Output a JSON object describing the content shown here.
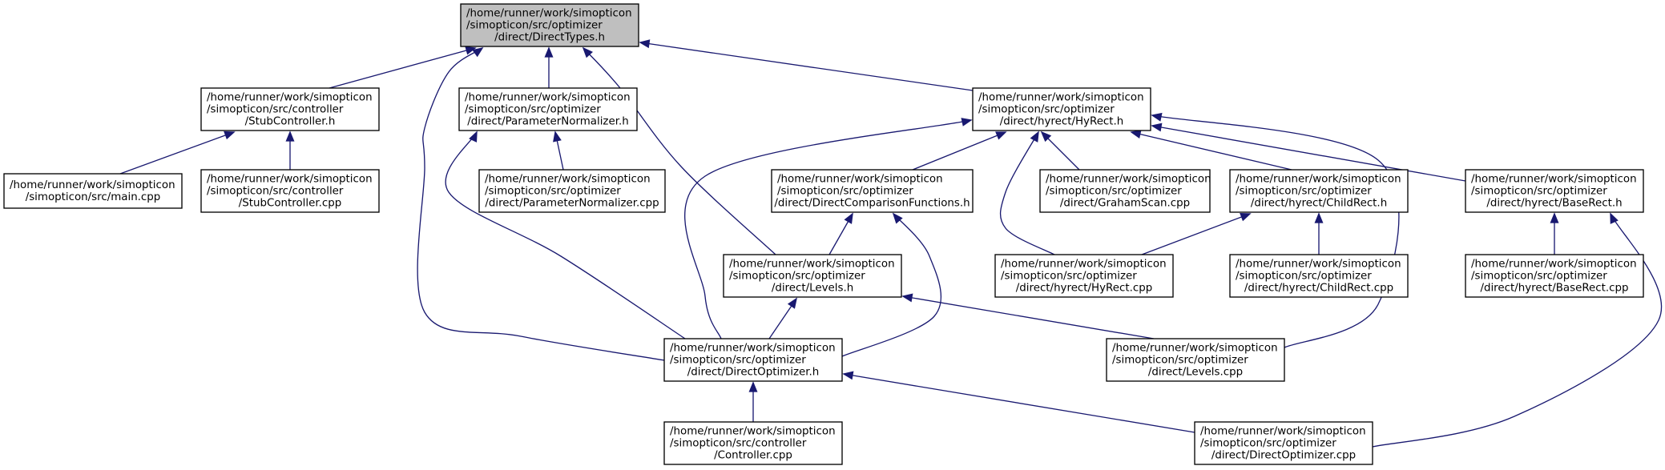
{
  "colors": {
    "edge": "#191970",
    "root_fill": "#bfbfbf",
    "node_fill": "#ffffff",
    "border": "#000000"
  },
  "nodes": [
    {
      "id": "types_h",
      "root": true,
      "lines": [
        "/home/runner/work/simopticon",
        "/simopticon/src/optimizer",
        "/direct/DirectTypes.h"
      ]
    },
    {
      "id": "stubcontroller_h",
      "lines": [
        "/home/runner/work/simopticon",
        "/simopticon/src/controller",
        "/StubController.h"
      ]
    },
    {
      "id": "paramnorm_h",
      "lines": [
        "/home/runner/work/simopticon",
        "/simopticon/src/optimizer",
        "/direct/ParameterNormalizer.h"
      ]
    },
    {
      "id": "hyrect_h",
      "lines": [
        "/home/runner/work/simopticon",
        "/simopticon/src/optimizer",
        "/direct/hyrect/HyRect.h"
      ]
    },
    {
      "id": "main_cpp",
      "lines": [
        "/home/runner/work/simopticon",
        "/simopticon/src/main.cpp"
      ]
    },
    {
      "id": "stubcontroller_cpp",
      "lines": [
        "/home/runner/work/simopticon",
        "/simopticon/src/controller",
        "/StubController.cpp"
      ]
    },
    {
      "id": "paramnorm_cpp",
      "lines": [
        "/home/runner/work/simopticon",
        "/simopticon/src/optimizer",
        "/direct/ParameterNormalizer.cpp"
      ]
    },
    {
      "id": "compfuncs_h",
      "lines": [
        "/home/runner/work/simopticon",
        "/simopticon/src/optimizer",
        "/direct/DirectComparisonFunctions.h"
      ]
    },
    {
      "id": "grahamscan_cpp",
      "lines": [
        "/home/runner/work/simopticon",
        "/simopticon/src/optimizer",
        "/direct/GrahamScan.cpp"
      ]
    },
    {
      "id": "childrect_h",
      "lines": [
        "/home/runner/work/simopticon",
        "/simopticon/src/optimizer",
        "/direct/hyrect/ChildRect.h"
      ]
    },
    {
      "id": "baserect_h",
      "lines": [
        "/home/runner/work/simopticon",
        "/simopticon/src/optimizer",
        "/direct/hyrect/BaseRect.h"
      ]
    },
    {
      "id": "levels_h",
      "lines": [
        "/home/runner/work/simopticon",
        "/simopticon/src/optimizer",
        "/direct/Levels.h"
      ]
    },
    {
      "id": "hyrect_cpp",
      "lines": [
        "/home/runner/work/simopticon",
        "/simopticon/src/optimizer",
        "/direct/hyrect/HyRect.cpp"
      ]
    },
    {
      "id": "childrect_cpp",
      "lines": [
        "/home/runner/work/simopticon",
        "/simopticon/src/optimizer",
        "/direct/hyrect/ChildRect.cpp"
      ]
    },
    {
      "id": "baserect_cpp",
      "lines": [
        "/home/runner/work/simopticon",
        "/simopticon/src/optimizer",
        "/direct/hyrect/BaseRect.cpp"
      ]
    },
    {
      "id": "directopt_h",
      "lines": [
        "/home/runner/work/simopticon",
        "/simopticon/src/optimizer",
        "/direct/DirectOptimizer.h"
      ]
    },
    {
      "id": "levels_cpp",
      "lines": [
        "/home/runner/work/simopticon",
        "/simopticon/src/optimizer",
        "/direct/Levels.cpp"
      ]
    },
    {
      "id": "controller_cpp",
      "lines": [
        "/home/runner/work/simopticon",
        "/simopticon/src/controller",
        "/Controller.cpp"
      ]
    },
    {
      "id": "directopt_cpp",
      "lines": [
        "/home/runner/work/simopticon",
        "/simopticon/src/optimizer",
        "/direct/DirectOptimizer.cpp"
      ]
    }
  ],
  "edges": [
    {
      "from": "types_h",
      "to": "stubcontroller_h"
    },
    {
      "from": "types_h",
      "to": "paramnorm_h"
    },
    {
      "from": "types_h",
      "to": "hyrect_h"
    },
    {
      "from": "types_h",
      "to": "directopt_h"
    },
    {
      "from": "types_h",
      "to": "levels_h"
    },
    {
      "from": "stubcontroller_h",
      "to": "main_cpp"
    },
    {
      "from": "stubcontroller_h",
      "to": "stubcontroller_cpp"
    },
    {
      "from": "paramnorm_h",
      "to": "paramnorm_cpp"
    },
    {
      "from": "paramnorm_h",
      "to": "directopt_h"
    },
    {
      "from": "hyrect_h",
      "to": "compfuncs_h"
    },
    {
      "from": "hyrect_h",
      "to": "grahamscan_cpp"
    },
    {
      "from": "hyrect_h",
      "to": "childrect_h"
    },
    {
      "from": "hyrect_h",
      "to": "baserect_h"
    },
    {
      "from": "hyrect_h",
      "to": "hyrect_cpp"
    },
    {
      "from": "hyrect_h",
      "to": "directopt_h"
    },
    {
      "from": "hyrect_h",
      "to": "levels_cpp"
    },
    {
      "from": "compfuncs_h",
      "to": "levels_h"
    },
    {
      "from": "compfuncs_h",
      "to": "directopt_h"
    },
    {
      "from": "childrect_h",
      "to": "hyrect_cpp"
    },
    {
      "from": "childrect_h",
      "to": "childrect_cpp"
    },
    {
      "from": "baserect_h",
      "to": "baserect_cpp"
    },
    {
      "from": "baserect_h",
      "to": "directopt_cpp"
    },
    {
      "from": "levels_h",
      "to": "directopt_h"
    },
    {
      "from": "levels_h",
      "to": "levels_cpp"
    },
    {
      "from": "directopt_h",
      "to": "controller_cpp"
    },
    {
      "from": "directopt_h",
      "to": "directopt_cpp"
    }
  ]
}
